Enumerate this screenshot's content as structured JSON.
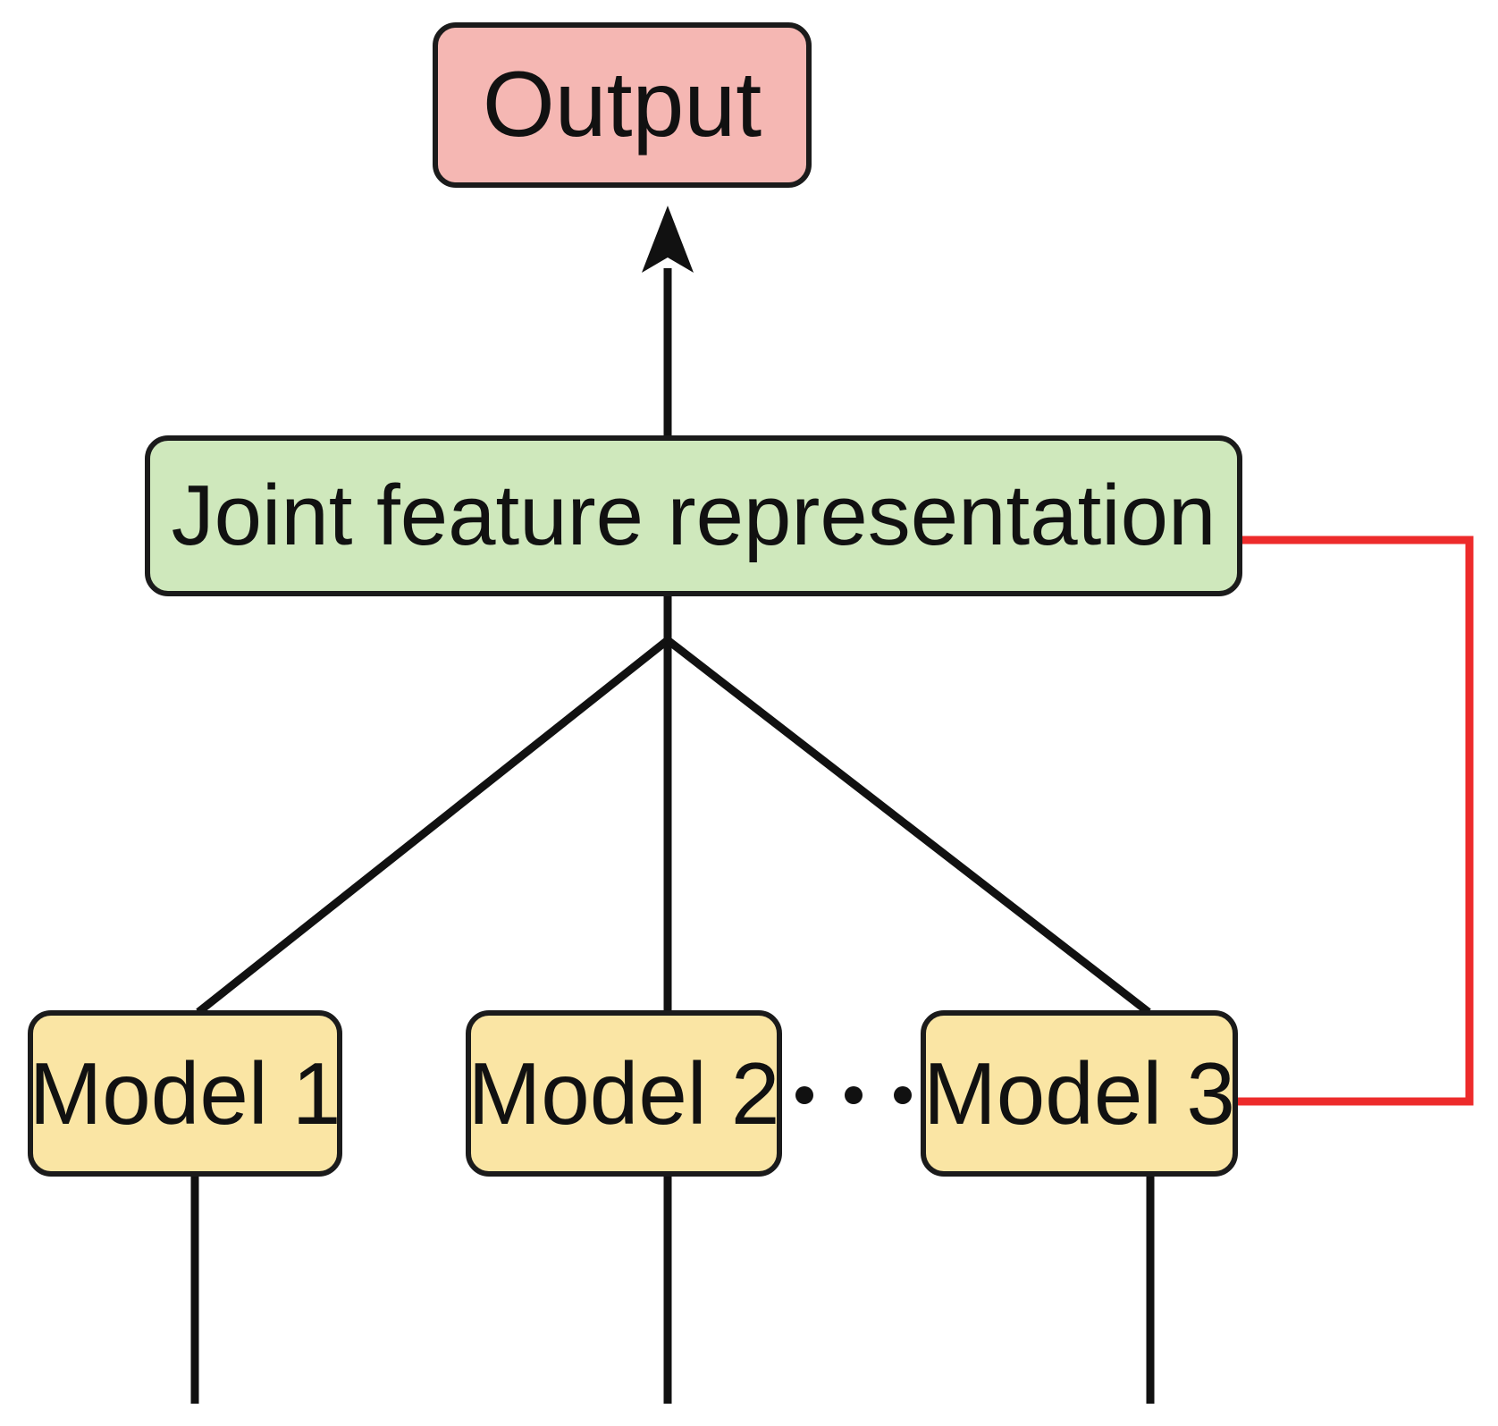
{
  "figure": {
    "title": "Late fusion multi-model architecture diagram",
    "background_color": "#FFFFFF"
  },
  "nodes": {
    "output": {
      "label": "Output",
      "fill": "#F5B7B3",
      "stroke": "#1B1B1B",
      "shape": "rounded-rectangle"
    },
    "joint": {
      "label": "Joint feature representation",
      "fill": "#CFE8BC",
      "stroke": "#1B1B1B",
      "shape": "rounded-rectangle"
    },
    "model_1": {
      "label": "Model 1",
      "fill": "#FAE5A4",
      "stroke": "#1B1B1B",
      "shape": "rounded-rectangle"
    },
    "model_2": {
      "label": "Model 2",
      "fill": "#FAE5A4",
      "stroke": "#1B1B1B",
      "shape": "rounded-rectangle"
    },
    "model_3": {
      "label": "Model 3",
      "fill": "#FAE5A4",
      "stroke": "#1B1B1B",
      "shape": "rounded-rectangle"
    }
  },
  "ellipsis": {
    "label": "...",
    "dot_count": 3,
    "color": "#111111",
    "meaning": "additional models omitted"
  },
  "edges": {
    "colors": {
      "flow": "#111111",
      "feedback": "#ED2B2B"
    },
    "items": [
      {
        "name": "joint-to-output",
        "from": "joint",
        "to": "output",
        "style": "solid",
        "color": "#111111",
        "arrowhead": true
      },
      {
        "name": "model-1-to-joint",
        "from": "model_1",
        "to": "joint",
        "style": "solid",
        "color": "#111111",
        "arrowhead": false
      },
      {
        "name": "model-2-to-joint",
        "from": "model_2",
        "to": "joint",
        "style": "solid",
        "color": "#111111",
        "arrowhead": false
      },
      {
        "name": "model-3-to-joint",
        "from": "model_3",
        "to": "joint",
        "style": "solid",
        "color": "#111111",
        "arrowhead": false
      },
      {
        "name": "joint-to-model-3-feedback",
        "from": "joint",
        "to": "model_3",
        "style": "solid",
        "color": "#ED2B2B",
        "arrowhead": false,
        "routing": "orthogonal-right"
      },
      {
        "name": "model-1-input-stem",
        "from": "model_1",
        "to": "below",
        "style": "solid",
        "color": "#111111",
        "arrowhead": false
      },
      {
        "name": "model-2-input-stem",
        "from": "model_2",
        "to": "below",
        "style": "solid",
        "color": "#111111",
        "arrowhead": false
      },
      {
        "name": "model-3-input-stem",
        "from": "model_3",
        "to": "below",
        "style": "solid",
        "color": "#111111",
        "arrowhead": false
      }
    ]
  }
}
